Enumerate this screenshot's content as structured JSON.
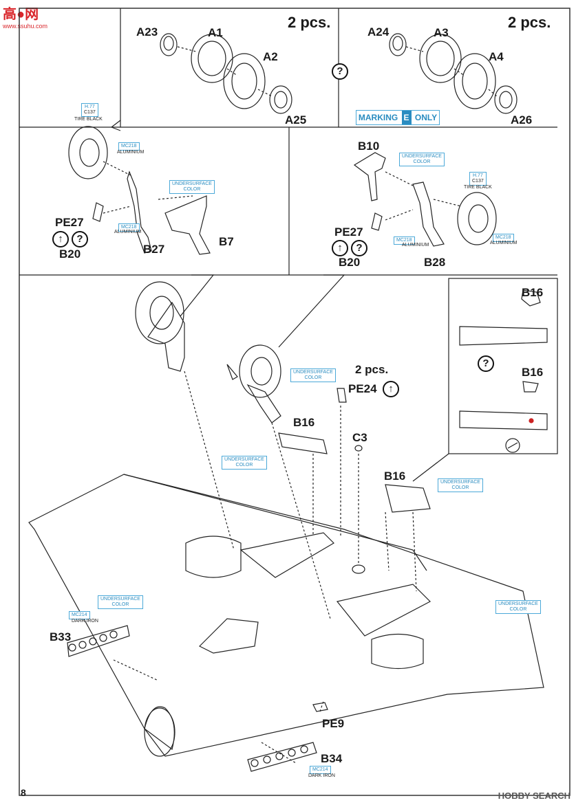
{
  "watermark": {
    "site_cn": "高●网",
    "site_url": "www.ssuhu.com"
  },
  "top": {
    "left": {
      "qty": "2 pcs.",
      "parts": [
        "A23",
        "A1",
        "A2",
        "A25"
      ]
    },
    "center_help": "?",
    "right": {
      "qty": "2 pcs.",
      "parts": [
        "A24",
        "A3",
        "A4",
        "A26"
      ]
    },
    "marking": {
      "prefix": "MARKING",
      "letter": "E",
      "suffix": "ONLY"
    }
  },
  "mid_left": {
    "tire_box": [
      "H.77",
      "C137"
    ],
    "tire_text": "TIRE BLACK",
    "alum1_box": "MC218",
    "alum1_text": "ALUMINIUM",
    "under_box": [
      "UNDERSURFACE",
      "COLOR"
    ],
    "alum2_box": "MC218",
    "alum2_text": "ALUMINIUM",
    "parts": {
      "pe27": "PE27",
      "b20": "B20",
      "b27": "B27",
      "b7": "B7"
    },
    "up_sym": "↑",
    "q_sym": "?"
  },
  "mid_right": {
    "b10": "B10",
    "under_box": [
      "UNDERSURFACE",
      "COLOR"
    ],
    "tire_box": [
      "H.77",
      "C137"
    ],
    "tire_text": "TIRE BLACK",
    "alum_box": "MC218",
    "alum_text": "ALUMINIUM",
    "alum2_box": "MC218",
    "alum2_text": "ALUMINIUM",
    "parts": {
      "pe27": "PE27",
      "b20": "B20",
      "b28": "B28"
    },
    "up_sym": "↑",
    "q_sym": "?"
  },
  "side_panel": {
    "b16_a": "B16",
    "b16_b": "B16",
    "help": "?"
  },
  "main": {
    "pe24_qty": "2 pcs.",
    "pe24": "PE24",
    "up_sym": "↑",
    "under1": [
      "UNDERSURFACE",
      "COLOR"
    ],
    "b16_a": "B16",
    "under2": [
      "UNDERSURFACE",
      "COLOR"
    ],
    "c3": "C3",
    "b16_b": "B16",
    "under3": [
      "UNDERSURFACE",
      "COLOR"
    ],
    "under4": [
      "UNDERSURFACE",
      "COLOR"
    ],
    "under5": [
      "UNDERSURFACE",
      "COLOR"
    ],
    "dark1_box": "MC214",
    "dark1_text": "DARK IRON",
    "b33": "B33",
    "pe9": "PE9",
    "b34": "B34",
    "dark2_box": "MC214",
    "dark2_text": "DARK IRON"
  },
  "page_number": "8",
  "footer": "HOBBY SEARCH"
}
